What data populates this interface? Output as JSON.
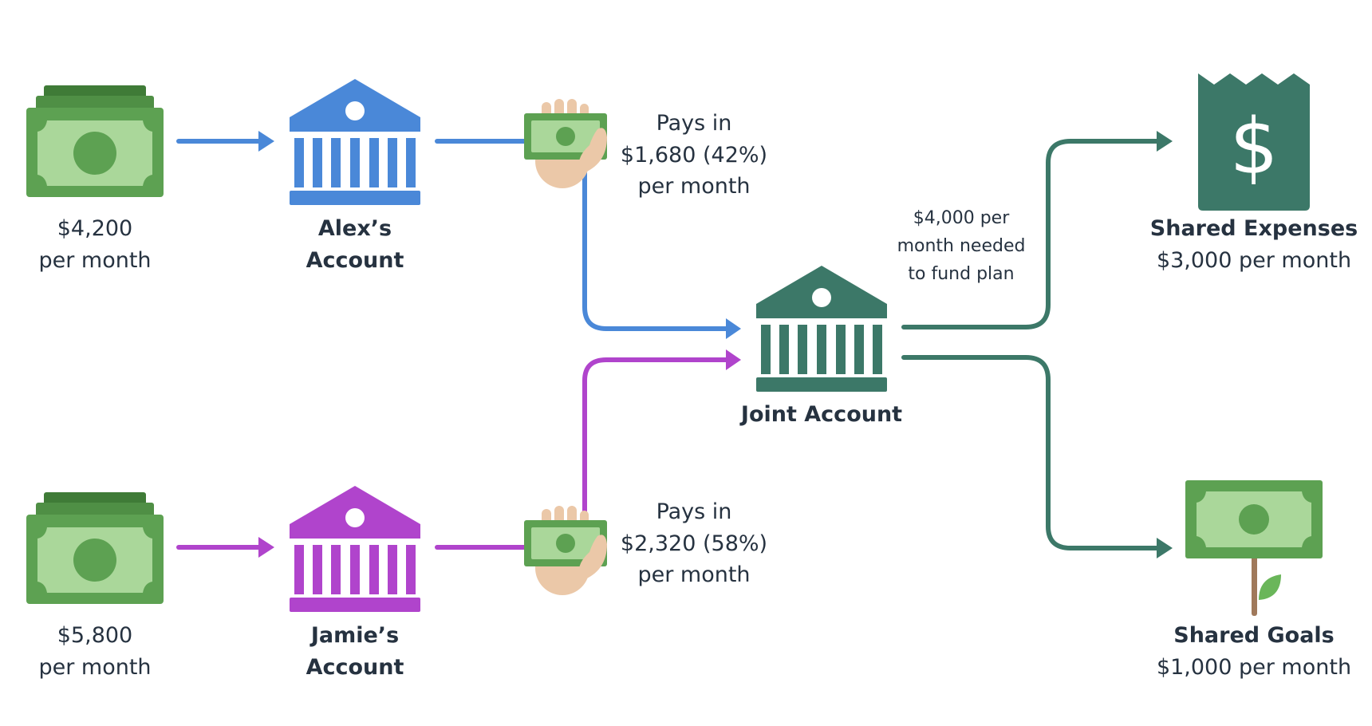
{
  "colors": {
    "alex": "#4a88d8",
    "jamie": "#b044cc",
    "joint": "#3c7868",
    "cash_dark": "#5da152",
    "cash_light": "#aad79a",
    "cash_shadow": "#3f7b37",
    "skin": "#ebc8a8",
    "stem": "#a0795b",
    "leaf": "#6ab65a",
    "text": "#263240"
  },
  "icons": {
    "income": "cash-stack-icon",
    "bank": "bank-icon",
    "payment": "hand-holding-cash-icon",
    "expenses": "receipt-dollar-icon",
    "goals": "money-plant-icon"
  },
  "alex": {
    "income_amount": "$4,200",
    "income_period": "per month",
    "account_line1": "Alex’s",
    "account_line2": "Account",
    "pays_line1": "Pays in",
    "pays_line2": "$1,680 (42%)",
    "pays_line3": "per month"
  },
  "jamie": {
    "income_amount": "$5,800",
    "income_period": "per month",
    "account_line1": "Jamie’s",
    "account_line2": "Account",
    "pays_line1": "Pays in",
    "pays_line2": "$2,320 (58%)",
    "pays_line3": "per month"
  },
  "joint": {
    "label": "Joint Account",
    "note_line1": "$4,000 per",
    "note_line2": "month needed",
    "note_line3": "to fund plan"
  },
  "expenses": {
    "title": "Shared Expenses",
    "amount": "$3,000 per month",
    "symbol": "$"
  },
  "goals": {
    "title": "Shared Goals",
    "amount": "$1,000 per month"
  }
}
